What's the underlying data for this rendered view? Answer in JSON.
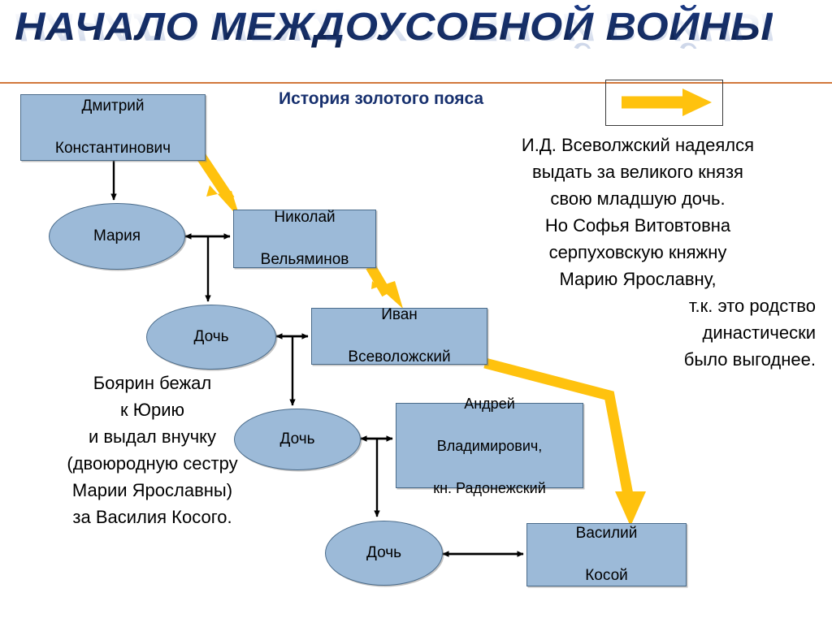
{
  "slide": {
    "title": "НАЧАЛО МЕЖДОУСОБНОЙ ВОЙНЫ",
    "section_heading": "История золотого пояса",
    "accent_rule_color": "#d2783c",
    "title_color": "#17306e",
    "node_fill": "#9CBAD8",
    "node_border": "#4a6b8a",
    "arrow_color": "#FFC20E"
  },
  "legend": {
    "arrow_icon": "yellow-right-arrow"
  },
  "nodes": [
    {
      "id": "dmitry",
      "label": "Дмитрий\nКонстантинович",
      "line1": "Дмитрий",
      "line2": "Константинович",
      "shape": "rect"
    },
    {
      "id": "maria",
      "label": "Мария",
      "line1": "Мария",
      "shape": "ellipse"
    },
    {
      "id": "nikolay",
      "label": "Николай\nВельяминов",
      "line1": "Николай",
      "line2": "Вельяминов",
      "shape": "rect"
    },
    {
      "id": "daughter1",
      "label": "Дочь",
      "line1": "Дочь",
      "shape": "ellipse"
    },
    {
      "id": "ivan",
      "label": "Иван\nВсеволожский",
      "line1": "Иван",
      "line2": "Всеволожский",
      "shape": "rect"
    },
    {
      "id": "daughter2",
      "label": "Дочь",
      "line1": "Дочь",
      "shape": "ellipse"
    },
    {
      "id": "andrey",
      "label": "Андрей\nВладимирович,\nкн. Радонежский",
      "line1": "Андрей",
      "line2": "Владимирович,",
      "line3": "кн. Радонежский",
      "shape": "rect"
    },
    {
      "id": "daughter3",
      "label": "Дочь",
      "line1": "Дочь",
      "shape": "ellipse"
    },
    {
      "id": "vasiliy",
      "label": "Василий\nКосой",
      "line1": "Василий",
      "line2": "Косой",
      "shape": "rect"
    }
  ],
  "text_right": {
    "lines": [
      "И.Д. Всеволжский надеялся",
      "выдать за великого князя",
      "свою младшую дочь.",
      "Но Софья Витовтовна",
      "серпуховскую княжну",
      "Марию Ярославну,"
    ],
    "indented_lines": [
      "т.к. это родство",
      "династически",
      "было выгоднее."
    ]
  },
  "text_left": {
    "lines": [
      "Боярин  бежал",
      "к Юрию",
      "и выдал внучку",
      "(двоюродную сестру",
      "Марии Ярославны)",
      "за Василия Косого."
    ]
  }
}
